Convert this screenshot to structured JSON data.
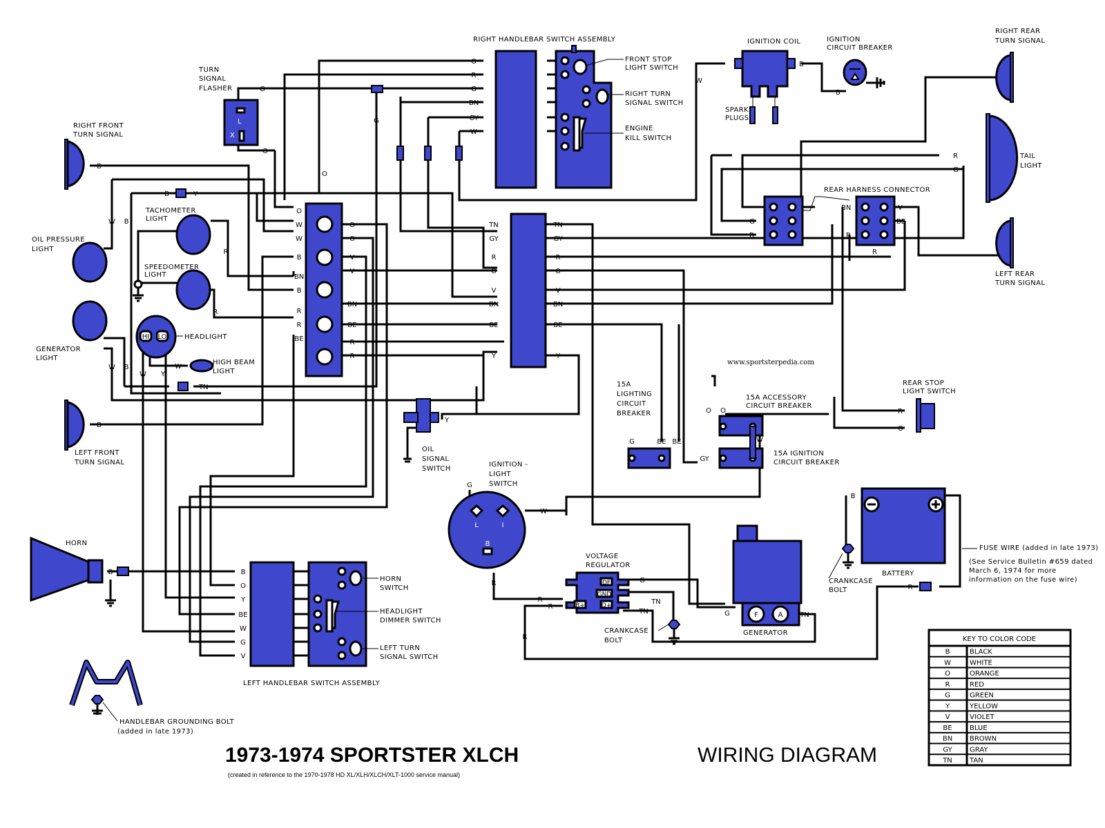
{
  "title": "1973-1974 SPORTSTER XLCH",
  "subtitle": "(created in reference to the 1970-1978 HD XL/XLH/XLCH/XLT-1000 service manual)",
  "diagram_title": "WIRING DIAGRAM",
  "website": "www.sportsterpedia.com",
  "components": {
    "right_handlebar": "RIGHT HANDLEBAR SWITCH ASSEMBLY",
    "front_stop": [
      "FRONT STOP",
      "LIGHT SWITCH"
    ],
    "right_turn_switch": [
      "RIGHT TURN",
      "SIGNAL SWITCH"
    ],
    "engine_kill": [
      "ENGINE",
      "KILL SWITCH"
    ],
    "ignition_coil": "IGNITION COIL",
    "ignition_cb": [
      "IGNITION",
      "CIRCUIT BREAKER"
    ],
    "spark_plugs": [
      "SPARK",
      "PLUGS"
    ],
    "right_rear": [
      "RIGHT REAR",
      "TURN SIGNAL"
    ],
    "tail_light": [
      "TAIL",
      "LIGHT"
    ],
    "left_rear": [
      "LEFT REAR",
      "TURN SIGNAL"
    ],
    "rear_harness": "REAR HARNESS CONNECTOR",
    "turn_flasher": [
      "TURN",
      "SIGNAL",
      "FLASHER"
    ],
    "right_front": [
      "RIGHT FRONT",
      "TURN SIGNAL"
    ],
    "oil_pressure": [
      "OIL PRESSURE",
      "LIGHT"
    ],
    "tachometer": [
      "TACHOMETER",
      "LIGHT"
    ],
    "speedometer": [
      "SPEEDOMETER",
      "LIGHT"
    ],
    "generator_light": [
      "GENERATOR",
      "LIGHT"
    ],
    "headlight": "HEADLIGHT",
    "high_beam": [
      "HIGH BEAM",
      "LIGHT"
    ],
    "left_front": [
      "LEFT FRONT",
      "TURN SIGNAL"
    ],
    "horn": "HORN",
    "oil_signal": [
      "OIL",
      "SIGNAL",
      "SWITCH"
    ],
    "ign_light_switch": [
      "IGNITION -",
      "LIGHT",
      "SWITCH"
    ],
    "lighting_cb": [
      "15A",
      "LIGHTING",
      "CIRCUIT",
      "BREAKER"
    ],
    "accessory_cb": [
      "15A ACCESSORY",
      "CIRCUIT BREAKER"
    ],
    "ignition_cb15": [
      "15A IGNITION",
      "CIRCUIT BREAKER"
    ],
    "rear_stop": [
      "REAR STOP",
      "LIGHT SWITCH"
    ],
    "battery": "BATTERY",
    "crankcase_bolt": [
      "CRANKCASE",
      "BOLT"
    ],
    "fuse_wire": "FUSE WIRE (added in late 1973)",
    "fuse_note": [
      "(See Service Bulletin #659 dated",
      "March 6, 1974 for more",
      "information on the fuse wire)"
    ],
    "voltage_regulator": [
      "VOLTAGE",
      "REGULATOR"
    ],
    "vr_terms": [
      "DF",
      "GND",
      "B+",
      "D+"
    ],
    "generator": "GENERATOR",
    "gen_terms": [
      "F",
      "A"
    ],
    "horn_switch": [
      "HORN",
      "SWITCH"
    ],
    "dimmer_switch": [
      "HEADLIGHT",
      "DIMMER SWITCH"
    ],
    "left_turn_switch": [
      "LEFT TURN",
      "SIGNAL SWITCH"
    ],
    "left_handlebar": "LEFT HANDLEBAR SWITCH ASSEMBLY",
    "handlebar_ground": [
      "HANDLEBAR GROUNDING BOLT",
      "(added in late 1973)"
    ],
    "flasher_terms": [
      "L",
      "X"
    ],
    "headlight_terms": [
      "HI",
      "LO"
    ],
    "ign_terms": [
      "L",
      "I",
      "B"
    ]
  },
  "wire_labels": {
    "rh": [
      "O",
      "R",
      "G",
      "BN",
      "GY",
      "W"
    ],
    "lh": [
      "B",
      "O",
      "Y",
      "BE",
      "W",
      "G",
      "V"
    ],
    "center_left": [
      "TN",
      "GY",
      "R",
      "O",
      "V",
      "BN",
      "BE",
      "Y"
    ],
    "center_right": [
      "TN",
      "GY",
      "R",
      "O",
      "V",
      "BN",
      "BE",
      "Y"
    ],
    "term_left": [
      "O",
      "W",
      "W",
      "B",
      "BN",
      "B",
      "R",
      "R",
      "BE"
    ],
    "term_right": [
      "O",
      "O",
      "V",
      "V",
      "BN",
      "BE",
      "R",
      "R"
    ],
    "misc": {
      "g": "G",
      "b": "B",
      "r": "R",
      "o": "O",
      "y": "Y",
      "w": "W",
      "tn": "TN",
      "be": "BE",
      "bn": "BN",
      "v": "V",
      "gy": "GY"
    }
  },
  "color_key": {
    "title": "KEY TO COLOR CODE",
    "rows": [
      {
        "code": "B",
        "color": "BLACK"
      },
      {
        "code": "W",
        "color": "WHITE"
      },
      {
        "code": "O",
        "color": "ORANGE"
      },
      {
        "code": "R",
        "color": "RED"
      },
      {
        "code": "G",
        "color": "GREEN"
      },
      {
        "code": "Y",
        "color": "YELLOW"
      },
      {
        "code": "V",
        "color": "VIOLET"
      },
      {
        "code": "BE",
        "color": "BLUE"
      },
      {
        "code": "BN",
        "color": "BROWN"
      },
      {
        "code": "GY",
        "color": "GRAY"
      },
      {
        "code": "TN",
        "color": "TAN"
      }
    ]
  },
  "colors": {
    "component": "#3f48cc",
    "line": "#000000"
  }
}
